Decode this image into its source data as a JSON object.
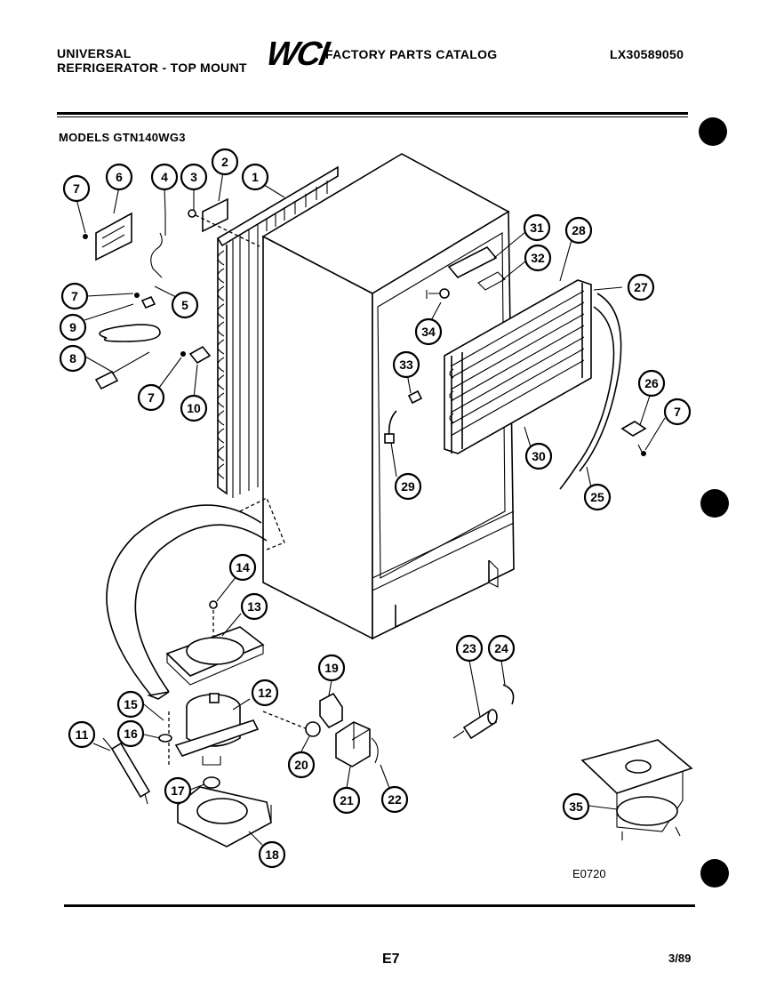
{
  "header": {
    "brand_line1": "UNIVERSAL",
    "brand_line2": "REFRIGERATOR - TOP MOUNT",
    "logo": "WCI",
    "catalog_title": "FACTORY PARTS CATALOG",
    "catalog_number": "LX30589050",
    "models_label": "MODELS GTN140WG3"
  },
  "callouts": {
    "c1": "1",
    "c2": "2",
    "c3": "3",
    "c4": "4",
    "c5": "5",
    "c6": "6",
    "c7a": "7",
    "c7b": "7",
    "c7c": "7",
    "c7d": "7",
    "c8": "8",
    "c9": "9",
    "c10": "10",
    "c11": "11",
    "c12": "12",
    "c13": "13",
    "c14": "14",
    "c15": "15",
    "c16": "16",
    "c17": "17",
    "c18": "18",
    "c19": "19",
    "c20": "20",
    "c21": "21",
    "c22": "22",
    "c23": "23",
    "c24": "24",
    "c25": "25",
    "c26": "26",
    "c27": "27",
    "c28": "28",
    "c29": "29",
    "c30": "30",
    "c31": "31",
    "c32": "32",
    "c33": "33",
    "c34": "34",
    "c35": "35"
  },
  "diagram_code": "E0720",
  "footer": {
    "page": "E7",
    "date": "3/89"
  }
}
